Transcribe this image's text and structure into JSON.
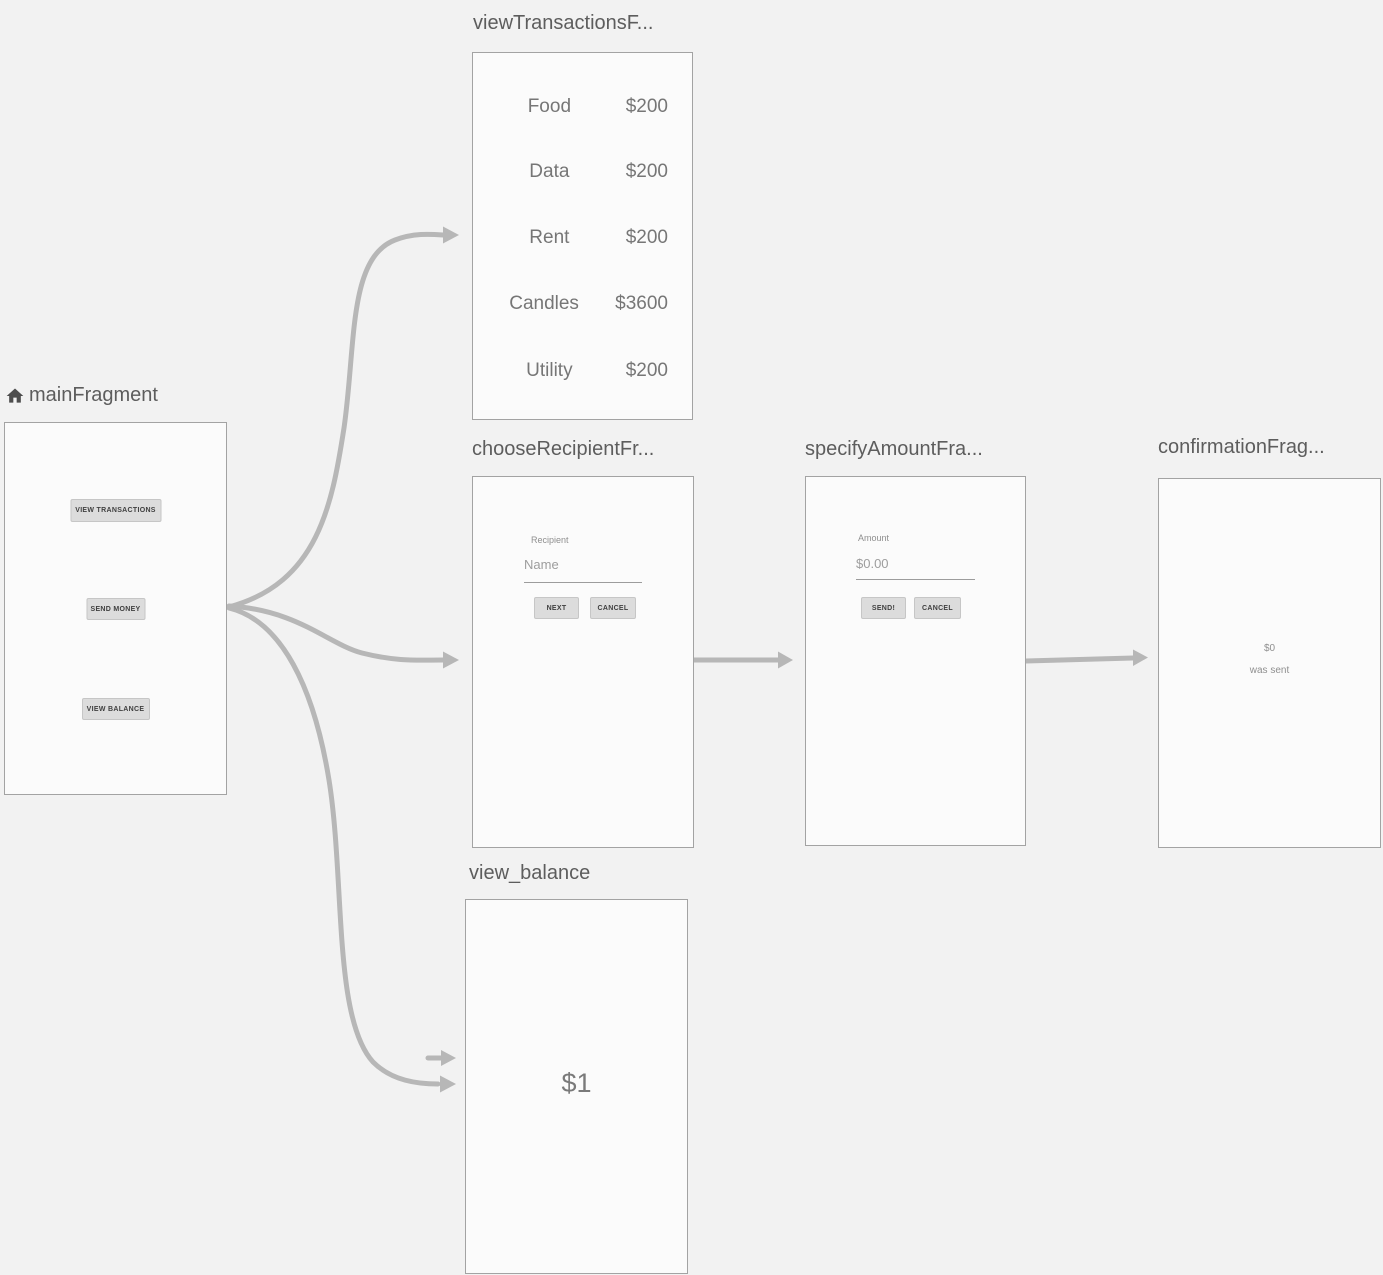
{
  "colors": {
    "canvas_bg": "#f2f2f2",
    "card_bg": "#fbfbfb",
    "card_border": "#a3a3a3",
    "arrow": "#b7b7b7",
    "title_text": "#5d5d5d",
    "preview_text": "#767676",
    "button_bg": "#dcdcdc"
  },
  "icons": {
    "start_destination": "home-icon"
  },
  "fragments": {
    "view_transactions": {
      "title": "viewTransactionsF...",
      "rows": [
        {
          "label": "Food",
          "amount": "$200"
        },
        {
          "label": "Data",
          "amount": "$200"
        },
        {
          "label": "Rent",
          "amount": "$200"
        },
        {
          "label": "Candles",
          "amount": "$3600"
        },
        {
          "label": "Utility",
          "amount": "$200"
        }
      ]
    },
    "main": {
      "title": "mainFragment",
      "buttons": {
        "view_transactions": "VIEW TRANSACTIONS",
        "send_money": "SEND MONEY",
        "view_balance": "VIEW BALANCE"
      }
    },
    "choose_recipient": {
      "title": "chooseRecipientFr...",
      "field_label": "Recipient",
      "field_placeholder": "Name",
      "next_label": "NEXT",
      "cancel_label": "CANCEL"
    },
    "specify_amount": {
      "title": "specifyAmountFra...",
      "field_label": "Amount",
      "field_placeholder": "$0.00",
      "send_label": "SEND!",
      "cancel_label": "CANCEL"
    },
    "confirmation": {
      "title": "confirmationFrag...",
      "amount_text": "$0",
      "sent_text": "was sent"
    },
    "view_balance": {
      "title": "view_balance",
      "balance_text": "$1"
    }
  }
}
